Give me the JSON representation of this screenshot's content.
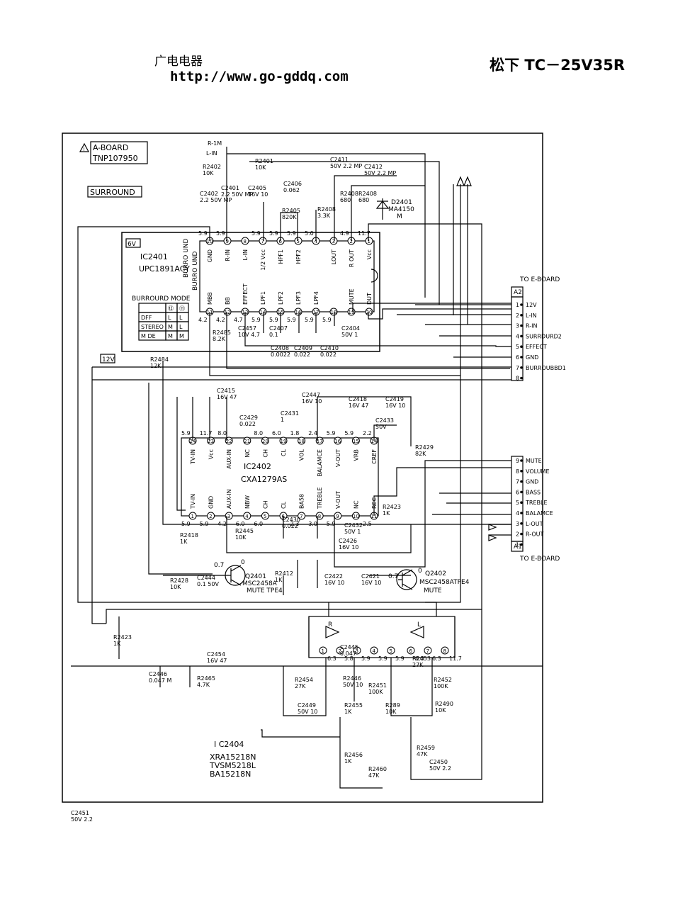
{
  "header": {
    "site_cn": "广电电器",
    "site_url": "http://www.go-gddq.com",
    "model": "松下 TC－25V35R"
  },
  "board": {
    "name": "A-BOARD",
    "part": "TNP107950",
    "surround": "SURROUND",
    "label_6v": "6V",
    "label_12v": "12V"
  },
  "ic2401": {
    "ref": "IC2401",
    "part": "UPC1891ACY",
    "top_pins": [
      {
        "n": "10",
        "v": "5.9",
        "name": "GND"
      },
      {
        "n": "9",
        "v": "5.9",
        "name": "R-IN"
      },
      {
        "n": "8",
        "v": "",
        "name": "L-IN"
      },
      {
        "n": "7",
        "v": "5.9",
        "name": "1/2 Vcc"
      },
      {
        "n": "6",
        "v": "5.9",
        "name": "HPF1"
      },
      {
        "n": "5",
        "v": "5.9",
        "name": "HPF2"
      },
      {
        "n": "4",
        "v": "5.0",
        "name": ""
      },
      {
        "n": "3",
        "v": "",
        "name": "LOUT"
      },
      {
        "n": "2",
        "v": "4.9",
        "name": "R OUT"
      },
      {
        "n": "1",
        "v": "11.7",
        "name": "Vcc"
      }
    ],
    "bottom_pins": [
      {
        "n": "11",
        "v": "4.2",
        "name": "MBB"
      },
      {
        "n": "12",
        "v": "4.2",
        "name": "BB"
      },
      {
        "n": "13",
        "v": "4.7",
        "name": "EFFECT"
      },
      {
        "n": "14",
        "v": "5.9",
        "name": "LPF1"
      },
      {
        "n": "15",
        "v": "5.9",
        "name": "LPF2"
      },
      {
        "n": "16",
        "v": "5.9",
        "name": "LPF3"
      },
      {
        "n": "17",
        "v": "5.9",
        "name": "LPF4"
      },
      {
        "n": "18",
        "v": "5.9",
        "name": ""
      },
      {
        "n": "19",
        "v": "",
        "name": "MUTE"
      },
      {
        "n": "20",
        "v": "",
        "name": "DUT"
      }
    ],
    "burro1": "BURRO UND",
    "burro2": "BURRO UND"
  },
  "mode_table": {
    "title": "BURROURD MODE",
    "cols": [
      "⑫",
      "⑪"
    ],
    "rows": [
      {
        "mode": "DFF",
        "a": "L",
        "b": "L"
      },
      {
        "mode": "STEREO",
        "a": "M",
        "b": "L"
      },
      {
        "mode": "M DE",
        "a": "M",
        "b": "M"
      }
    ]
  },
  "ic2402": {
    "ref": "IC2402",
    "part": "CXA1279AS",
    "top_pins": [
      {
        "n": "24",
        "v": "5.9",
        "name": "TV-IN"
      },
      {
        "n": "23",
        "v": "11.7",
        "name": "Vcc"
      },
      {
        "n": "22",
        "v": "8.0",
        "name": "AUX-IN"
      },
      {
        "n": "21",
        "v": "",
        "name": "NC"
      },
      {
        "n": "20",
        "v": "8.0",
        "name": "CH"
      },
      {
        "n": "19",
        "v": "6.0",
        "name": "CL"
      },
      {
        "n": "18",
        "v": "1.8",
        "name": "VOL"
      },
      {
        "n": "17",
        "v": "2.4",
        "name": "BALAMCE"
      },
      {
        "n": "16",
        "v": "5.9",
        "name": "V-OUT"
      },
      {
        "n": "15",
        "v": "5.9",
        "name": "VRB"
      },
      {
        "n": "14",
        "v": "2.2",
        "name": "CREF"
      }
    ],
    "bottom_pins": [
      {
        "n": "1",
        "v": "5.9",
        "name": "TV-IN"
      },
      {
        "n": "2",
        "v": "5.9",
        "name": "GND"
      },
      {
        "n": "3",
        "v": "4.2",
        "name": "AUX-IN"
      },
      {
        "n": "4",
        "v": "6.0",
        "name": "NBW"
      },
      {
        "n": "5",
        "v": "6.0",
        "name": "CH"
      },
      {
        "n": "6",
        "v": "",
        "name": "CL"
      },
      {
        "n": "7",
        "v": "2.3",
        "name": "BA58"
      },
      {
        "n": "8",
        "v": "3.0",
        "name": "TREBLE"
      },
      {
        "n": "9",
        "v": "5.9",
        "name": "V-OUT"
      },
      {
        "n": "10",
        "v": "",
        "name": "NC"
      },
      {
        "n": "11",
        "v": "2.5",
        "name": "REC"
      }
    ]
  },
  "ic2404": {
    "ref": "I C2404",
    "parts": [
      "XRA15218N",
      "TVSM5218L",
      "BA15218N"
    ],
    "pins": [
      {
        "n": "1",
        "v": "6.3"
      },
      {
        "n": "2",
        "v": "5.8"
      },
      {
        "n": "3",
        "v": "5.9"
      },
      {
        "n": "4",
        "v": "5.9"
      },
      {
        "n": "5",
        "v": "5.9"
      },
      {
        "n": "6",
        "v": "6.3"
      },
      {
        "n": "7",
        "v": "6.3"
      },
      {
        "n": "8",
        "v": "11.7"
      }
    ],
    "amp_r": "R",
    "amp_l": "L"
  },
  "connector_a2": {
    "ref": "A2",
    "to": "TO E-BOARD",
    "pins": [
      {
        "n": "1",
        "label": "12V"
      },
      {
        "n": "2",
        "label": "L-IN"
      },
      {
        "n": "3",
        "label": "R-IN"
      },
      {
        "n": "4",
        "label": "SURRDURD2"
      },
      {
        "n": "5",
        "label": "EFFECT"
      },
      {
        "n": "6",
        "label": "GND"
      },
      {
        "n": "7",
        "label": "BURROUBBD1"
      },
      {
        "n": "8",
        "label": ""
      }
    ]
  },
  "connector_a1": {
    "ref": "A1",
    "to": "TO E-BOARD",
    "pins": [
      {
        "n": "9",
        "label": "MUTE"
      },
      {
        "n": "8",
        "label": "VOLUME"
      },
      {
        "n": "7",
        "label": "GND"
      },
      {
        "n": "6",
        "label": "BASS"
      },
      {
        "n": "5",
        "label": "TREBLE"
      },
      {
        "n": "4",
        "label": "BALAMCE"
      },
      {
        "n": "3",
        "label": "L-OUT"
      },
      {
        "n": "2",
        "label": "R-OUT"
      },
      {
        "n": "1",
        "label": ""
      }
    ]
  },
  "transistors": [
    {
      "ref": "Q2401",
      "part": "MSC2458A",
      "note": "MUTE TPE4",
      "b": "0.7",
      "c": "0"
    },
    {
      "ref": "Q2402",
      "part": "MSC2458ATPE4",
      "note": "MUTE",
      "b": "0.7",
      "c": "0"
    }
  ],
  "diode": {
    "ref": "D2401",
    "part": "MA4150",
    "note": "M"
  },
  "components": [
    {
      "ref": "R-1M",
      "v": ""
    },
    {
      "ref": "L-IN",
      "v": ""
    },
    {
      "ref": "R2402",
      "v": "10K"
    },
    {
      "ref": "R2401",
      "v": "10K"
    },
    {
      "ref": "C2402",
      "v": "2.2 50V MP"
    },
    {
      "ref": "C2401",
      "v": "2.2 50V MP"
    },
    {
      "ref": "C2405",
      "v": "16V 10"
    },
    {
      "ref": "C2406",
      "v": "0.062"
    },
    {
      "ref": "R2405",
      "v": "820K"
    },
    {
      "ref": "R2408",
      "v": "3.3K"
    },
    {
      "ref": "C2411",
      "v": "50V 2.2 MP"
    },
    {
      "ref": "C2412",
      "v": "50V 2.2 MP"
    },
    {
      "ref": "R2408",
      "v": "680"
    },
    {
      "ref": "R2408",
      "v": "680"
    },
    {
      "ref": "R2485",
      "v": "8.2K"
    },
    {
      "ref": "C2457",
      "v": "10V 4.7"
    },
    {
      "ref": "C2407",
      "v": "0.1"
    },
    {
      "ref": "C2408",
      "v": "0.0022"
    },
    {
      "ref": "C2409",
      "v": "0.022"
    },
    {
      "ref": "C2410",
      "v": "0.022"
    },
    {
      "ref": "C2404",
      "v": "50V 1"
    },
    {
      "ref": "R2484",
      "v": "12K"
    },
    {
      "ref": "C2415",
      "v": "16V 47"
    },
    {
      "ref": "C2429",
      "v": "0.022"
    },
    {
      "ref": "C2431",
      "v": "1"
    },
    {
      "ref": "C2447",
      "v": "16V 10"
    },
    {
      "ref": "C2418",
      "v": "16V 47"
    },
    {
      "ref": "C2419",
      "v": "16V 10"
    },
    {
      "ref": "C2433",
      "v": "50V"
    },
    {
      "ref": "R2429",
      "v": "82K"
    },
    {
      "ref": "R2418",
      "v": "1K"
    },
    {
      "ref": "R2445",
      "v": "10K"
    },
    {
      "ref": "C2430",
      "v": "0.022"
    },
    {
      "ref": "C2432",
      "v": "50V 1"
    },
    {
      "ref": "C2426",
      "v": "16V 10"
    },
    {
      "ref": "R2423",
      "v": "1K"
    },
    {
      "ref": "R2428",
      "v": "10K"
    },
    {
      "ref": "C2444",
      "v": "0.1 50V"
    },
    {
      "ref": "R2412",
      "v": "1K"
    },
    {
      "ref": "C2422",
      "v": "16V 10"
    },
    {
      "ref": "C2421",
      "v": "16V 10"
    },
    {
      "ref": "R2423",
      "v": "1K"
    },
    {
      "ref": "C2454",
      "v": "16V 47"
    },
    {
      "ref": "C2446",
      "v": "0.047 M"
    },
    {
      "ref": "R2465",
      "v": "4.7K"
    },
    {
      "ref": "C2445",
      "v": "0.047"
    },
    {
      "ref": "R2453",
      "v": "27K"
    },
    {
      "ref": "R2454",
      "v": "27K"
    },
    {
      "ref": "R2446",
      "v": "50V 10"
    },
    {
      "ref": "R2451",
      "v": "100K"
    },
    {
      "ref": "R2452",
      "v": "100K"
    },
    {
      "ref": "C2449",
      "v": "50V 10"
    },
    {
      "ref": "R2455",
      "v": "1K"
    },
    {
      "ref": "R289",
      "v": "10K"
    },
    {
      "ref": "R2490",
      "v": "10K"
    },
    {
      "ref": "R2456",
      "v": "1K"
    },
    {
      "ref": "R2459",
      "v": "47K"
    },
    {
      "ref": "R2460",
      "v": "47K"
    },
    {
      "ref": "C2450",
      "v": "50V 2.2"
    },
    {
      "ref": "C2451",
      "v": "50V 2.2"
    }
  ]
}
